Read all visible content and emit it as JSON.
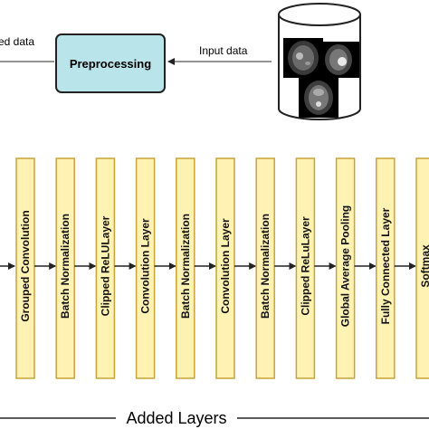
{
  "top": {
    "left_text": "ed data",
    "input_label": "Input data",
    "preprocess_label": "Preprocessing"
  },
  "layers": [
    {
      "label": "Grouped Convolution"
    },
    {
      "label": "Batch Normalization"
    },
    {
      "label": "Clipped ReLULayer"
    },
    {
      "label": "Convolution Layer"
    },
    {
      "label": "Batch Normalization"
    },
    {
      "label": "Convolution Layer"
    },
    {
      "label": "Batch Normalization"
    },
    {
      "label": "Clipped ReLuLayer"
    },
    {
      "label": "Global Average Pooling"
    },
    {
      "label": "Fully Connected Layer"
    },
    {
      "label": "Softmax"
    }
  ],
  "bottom": {
    "added_layers_label": "Added Layers"
  },
  "colors": {
    "layer_fill": "#fff2b3",
    "layer_stroke": "#c9a23a",
    "preprocess_fill": "#b9e5ea",
    "stroke": "#222222"
  }
}
